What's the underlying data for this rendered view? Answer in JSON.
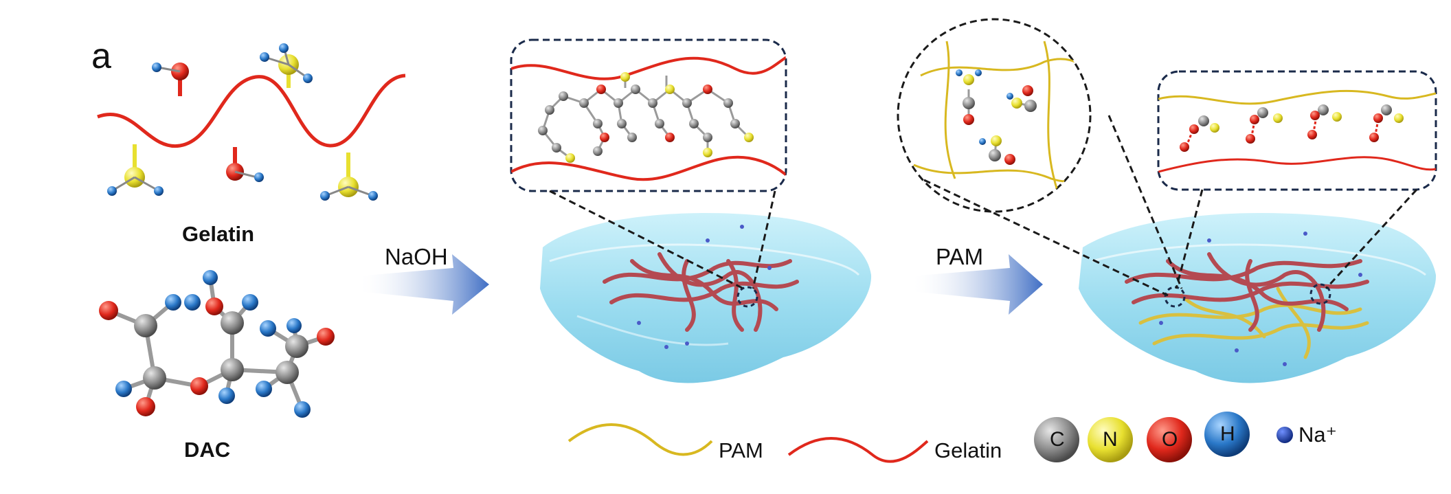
{
  "figure": {
    "panel_label": "a",
    "molecules": {
      "gelatin": "Gelatin",
      "dac": "DAC"
    },
    "arrows": {
      "first": "NaOH",
      "second": "PAM"
    },
    "legend": {
      "pam": "PAM",
      "gelatin": "Gelatin",
      "atoms": [
        {
          "symbol": "C",
          "color": "#8c8c8c"
        },
        {
          "symbol": "N",
          "color": "#e8e030"
        },
        {
          "symbol": "O",
          "color": "#e0281c"
        },
        {
          "symbol": "H",
          "color": "#2a78c8"
        }
      ],
      "ion": "Na⁺",
      "ion_color": "#1c3aa0"
    },
    "colors": {
      "gelatin_chain": "#e0281c",
      "pam_chain": "#d8b820",
      "gel": "#9fdff0",
      "arrow": "#4a78c8"
    }
  }
}
